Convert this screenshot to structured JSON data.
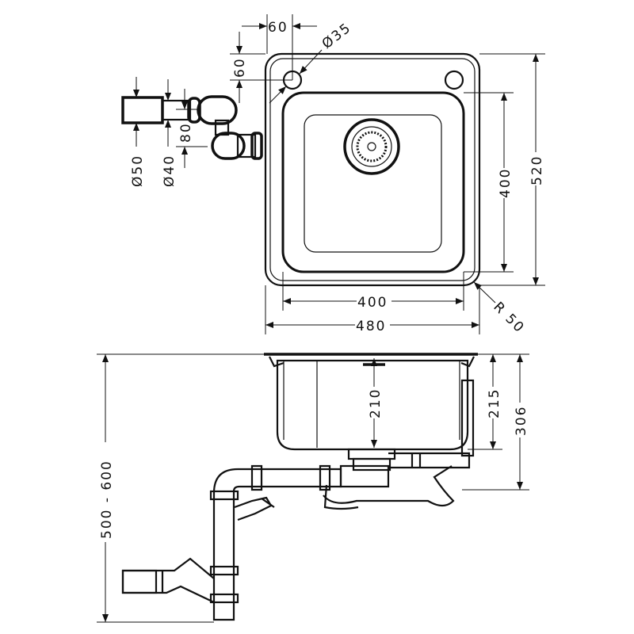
{
  "title": "Sink dimension drawing",
  "dimensions": {
    "tap_offset_x": "60",
    "tap_hole_diameter": "Ø35",
    "tap_offset_y": "60",
    "waste_outer_diameter": "Ø50",
    "waste_inner_diameter": "Ø40",
    "trap_offset": "80",
    "bowl_depth_inner": "400",
    "overall_depth": "520",
    "bowl_width": "400",
    "overall_width": "480",
    "corner_radius": "R 50",
    "bowl_height": "210",
    "rim_to_drain": "215",
    "overall_height": "306",
    "install_height": "500 - 600"
  },
  "colors": {
    "line": "#111111",
    "background": "#ffffff"
  }
}
